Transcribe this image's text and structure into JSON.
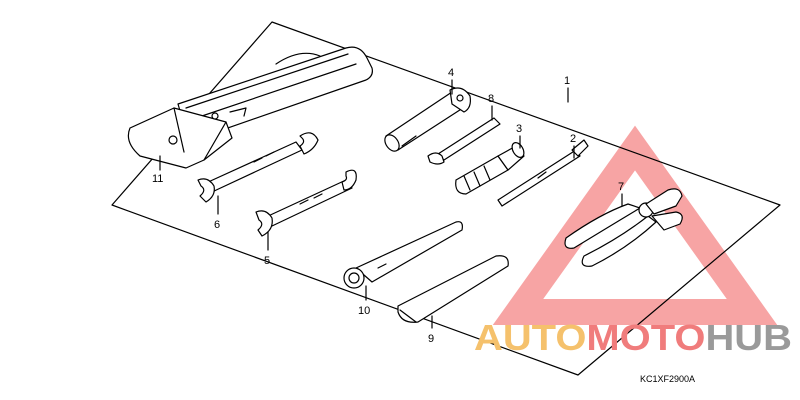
{
  "diagram": {
    "code": "KC1XF2900A",
    "parts": [
      {
        "id": "part-1",
        "label": "1",
        "name": "tool-kit"
      },
      {
        "id": "part-2",
        "label": "2",
        "name": "screwdriver"
      },
      {
        "id": "part-3",
        "label": "3",
        "name": "screwdriver-handle"
      },
      {
        "id": "part-4",
        "label": "4",
        "name": "box-spanner"
      },
      {
        "id": "part-5",
        "label": "5",
        "name": "open-end-wrench-small"
      },
      {
        "id": "part-6",
        "label": "6",
        "name": "open-end-wrench-large"
      },
      {
        "id": "part-7",
        "label": "7",
        "name": "pliers"
      },
      {
        "id": "part-8",
        "label": "8",
        "name": "spoke-wrench"
      },
      {
        "id": "part-9",
        "label": "9",
        "name": "extension-grip"
      },
      {
        "id": "part-10",
        "label": "10",
        "name": "ring-wrench"
      },
      {
        "id": "part-11",
        "label": "11",
        "name": "tool-bag"
      }
    ]
  },
  "watermark": {
    "part1": "AUTO",
    "part2": "MOTO",
    "part3": "HUB",
    "colors": {
      "auto": "#f5c16c",
      "moto": "#f07c7c",
      "hub": "#9a9a9a",
      "triangle": "#f05a5a"
    }
  }
}
